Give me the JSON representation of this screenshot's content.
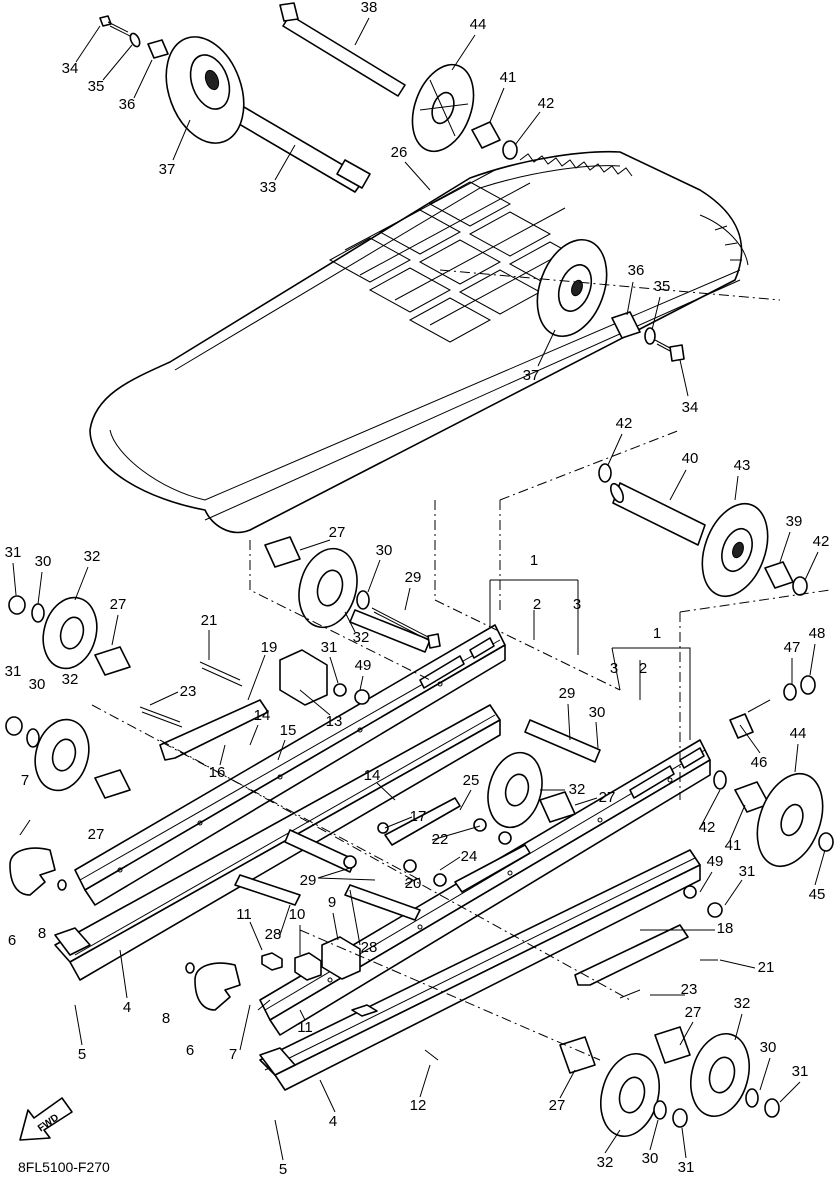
{
  "diagram_code": "8FL5100-F270",
  "fwd_label": "FWD",
  "callouts": [
    {
      "n": "34"
    },
    {
      "n": "35"
    },
    {
      "n": "36"
    },
    {
      "n": "37"
    },
    {
      "n": "38"
    },
    {
      "n": "44"
    },
    {
      "n": "41"
    },
    {
      "n": "42"
    },
    {
      "n": "33"
    },
    {
      "n": "26"
    },
    {
      "n": "37"
    },
    {
      "n": "36"
    },
    {
      "n": "35"
    },
    {
      "n": "34"
    },
    {
      "n": "42"
    },
    {
      "n": "40"
    },
    {
      "n": "43"
    },
    {
      "n": "39"
    },
    {
      "n": "42"
    },
    {
      "n": "27"
    },
    {
      "n": "30"
    },
    {
      "n": "29"
    },
    {
      "n": "32"
    },
    {
      "n": "1"
    },
    {
      "n": "2"
    },
    {
      "n": "3"
    },
    {
      "n": "31"
    },
    {
      "n": "30"
    },
    {
      "n": "32"
    },
    {
      "n": "27"
    },
    {
      "n": "21"
    },
    {
      "n": "19"
    },
    {
      "n": "31"
    },
    {
      "n": "49"
    },
    {
      "n": "13"
    },
    {
      "n": "23"
    },
    {
      "n": "14"
    },
    {
      "n": "15"
    },
    {
      "n": "16"
    },
    {
      "n": "31"
    },
    {
      "n": "30"
    },
    {
      "n": "32"
    },
    {
      "n": "27"
    },
    {
      "n": "7"
    },
    {
      "n": "1"
    },
    {
      "n": "3"
    },
    {
      "n": "2"
    },
    {
      "n": "47"
    },
    {
      "n": "48"
    },
    {
      "n": "29"
    },
    {
      "n": "30"
    },
    {
      "n": "46"
    },
    {
      "n": "44"
    },
    {
      "n": "14"
    },
    {
      "n": "25"
    },
    {
      "n": "32"
    },
    {
      "n": "27"
    },
    {
      "n": "17"
    },
    {
      "n": "22"
    },
    {
      "n": "24"
    },
    {
      "n": "42"
    },
    {
      "n": "41"
    },
    {
      "n": "45"
    },
    {
      "n": "6"
    },
    {
      "n": "8"
    },
    {
      "n": "29"
    },
    {
      "n": "20"
    },
    {
      "n": "49"
    },
    {
      "n": "31"
    },
    {
      "n": "18"
    },
    {
      "n": "21"
    },
    {
      "n": "4"
    },
    {
      "n": "11"
    },
    {
      "n": "10"
    },
    {
      "n": "9"
    },
    {
      "n": "28"
    },
    {
      "n": "28"
    },
    {
      "n": "23"
    },
    {
      "n": "8"
    },
    {
      "n": "6"
    },
    {
      "n": "7"
    },
    {
      "n": "5"
    },
    {
      "n": "11"
    },
    {
      "n": "27"
    },
    {
      "n": "32"
    },
    {
      "n": "12"
    },
    {
      "n": "27"
    },
    {
      "n": "4"
    },
    {
      "n": "30"
    },
    {
      "n": "31"
    },
    {
      "n": "32"
    },
    {
      "n": "30"
    },
    {
      "n": "31"
    },
    {
      "n": "5"
    }
  ]
}
